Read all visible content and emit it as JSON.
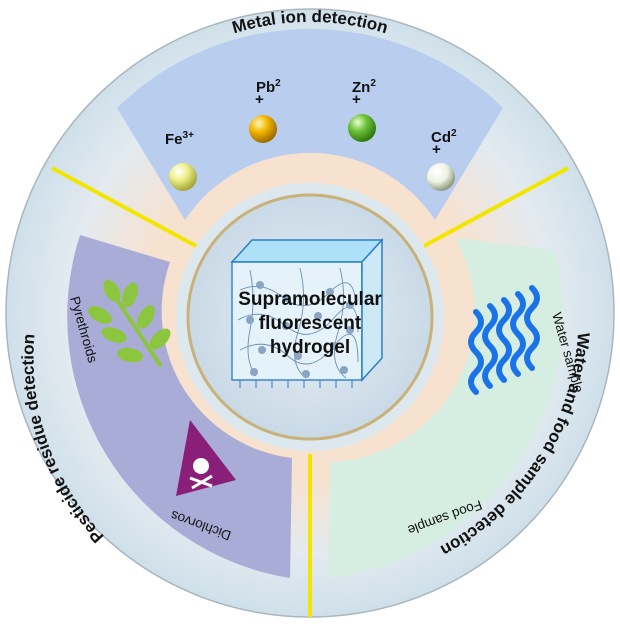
{
  "sections": {
    "top": {
      "title": "Metal ion detection",
      "ions": [
        {
          "base": "Fe",
          "sup": "3+",
          "sign": "",
          "color": "#e8ea7a"
        },
        {
          "base": "Pb",
          "sup": "2",
          "sign": "+",
          "color": "#f3b700"
        },
        {
          "base": "Zn",
          "sup": "2",
          "sign": "+",
          "color": "#6fc33a"
        },
        {
          "base": "Cd",
          "sup": "2",
          "sign": "+",
          "color": "#eef3e2"
        }
      ]
    },
    "left": {
      "title": "Pesticide residue detection",
      "item1": "Pyrethroids",
      "item2": "Dichlorvos"
    },
    "right": {
      "title": "Water and food sample detection",
      "item1": "Water sample",
      "item2": "Food sample"
    }
  },
  "center": {
    "line1": "Supramolecular",
    "line2": "fluorescent",
    "line3": "hydrogel"
  },
  "colors": {
    "outer_ring": "#dde8ee",
    "divider": "#f2e600",
    "top_panel": "#b9cdef",
    "left_panel": "#a9acd6",
    "right_panel": "#d6eee2",
    "wave": "#1a73e8",
    "leaf": "#8cc63f",
    "hazard": "#8a1f7a"
  }
}
